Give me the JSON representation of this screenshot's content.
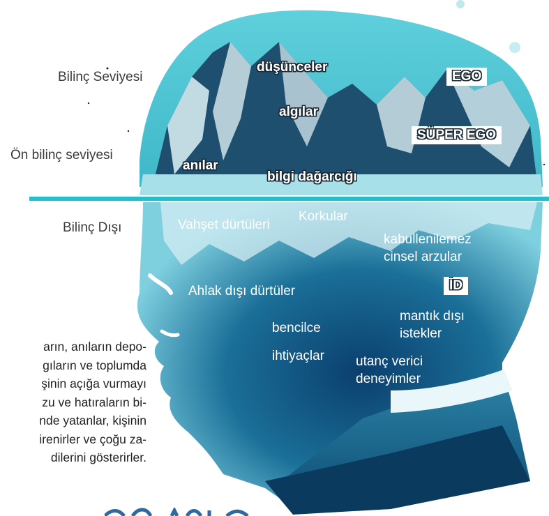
{
  "levels": {
    "conscious": "Bilinç Seviyesi",
    "preconscious": "Ön bilinç seviyesi",
    "unconscious": "Bilinç Dışı"
  },
  "structures": {
    "ego": "EGO",
    "superego": "SÜPER EGO",
    "id": "İD"
  },
  "surface_items": {
    "thoughts": "düşünceler",
    "perceptions": "algılar",
    "memories": "anılar",
    "knowledge": "bilgi dağarcığı"
  },
  "deep_items": {
    "savage_impulses": "Vahşet dürtüleri",
    "fears": "Korkular",
    "unacceptable_desires_1": "kabullenilemez",
    "unacceptable_desires_2": "cinsel arzular",
    "immoral_impulses": "Ahlak dışı dürtüler",
    "irrational_wishes_1": "mantık dışı",
    "irrational_wishes_2": "istekler",
    "selfish": "bencilce",
    "needs": "ihtiyaçlar",
    "shameful_1": "utanç verici",
    "shameful_2": "deneyimler"
  },
  "paragraph": [
    "arın, anıların depo-",
    "gıların ve toplumda",
    "şinin açığa vurmayı",
    "zu ve hatıraların bi-",
    "nde yatanlar, kişinin",
    "irenirler ve çoğu za-",
    "dilerini gösterirler."
  ],
  "colors": {
    "waterline": "#1fc1d0",
    "sky": "#4cc3d2",
    "deep_water": "#0e4e7c",
    "ice_light": "#cfeef4"
  }
}
